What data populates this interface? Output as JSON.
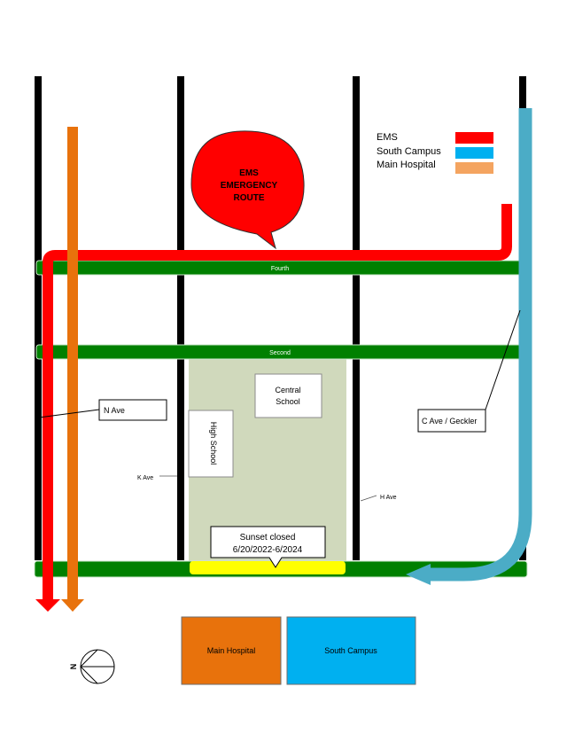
{
  "legend": {
    "items": [
      {
        "label": "EMS",
        "color": "#ff0000"
      },
      {
        "label": "South Campus",
        "color": "#00b0f0"
      },
      {
        "label": "Main Hospital",
        "color": "#f4a460"
      }
    ]
  },
  "callout": {
    "line1": "EMS",
    "line2": "EMERGENCY",
    "line3": "ROUTE",
    "color": "#ff0000"
  },
  "streets": {
    "fourth": "Fourth",
    "second": "Second"
  },
  "labels": {
    "n_ave": "N Ave",
    "c_ave": "C Ave / Geckler",
    "k_ave": "K Ave",
    "h_ave": "H Ave",
    "central_school_line1": "Central",
    "central_school_line2": "School",
    "high_school": "High School",
    "sunset_line1": "Sunset closed",
    "sunset_line2": "6/20/2022-6/2024"
  },
  "destinations": {
    "main_hospital": {
      "label": "Main Hospital",
      "color": "#e8720c"
    },
    "south_campus": {
      "label": "South Campus",
      "color": "#00b0f0"
    }
  },
  "compass": {
    "north": "N"
  },
  "colors": {
    "street_green": "#008000",
    "road_black": "#000000",
    "school_grounds": "#d0d9bc",
    "closure_yellow": "#ffff00",
    "orange_route": "#e8720c",
    "blue_route": "#4bacc6",
    "red_route": "#ff0000"
  }
}
